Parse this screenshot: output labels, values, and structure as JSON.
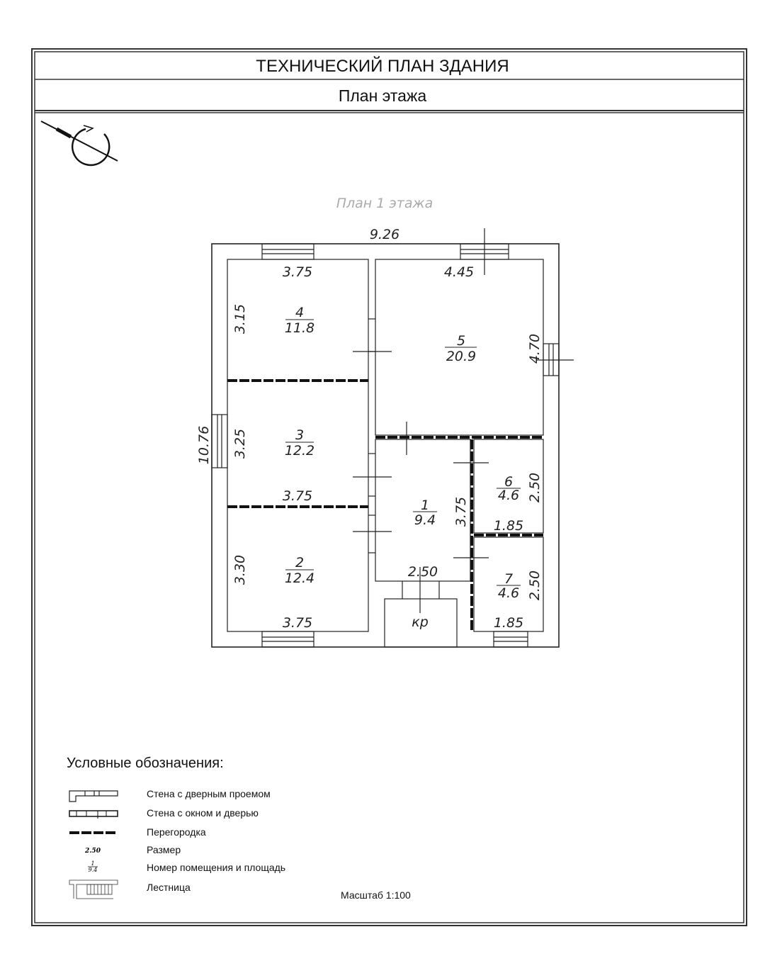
{
  "header": {
    "title": "ТЕХНИЧЕСКИЙ ПЛАН ЗДАНИЯ",
    "subtitle": "План этажа"
  },
  "plan": {
    "caption": "План 1 этажа",
    "overall_width": "9.26",
    "overall_height": "10.76",
    "porch_label": "кр",
    "rooms": [
      {
        "number": "1",
        "area": "9.4",
        "dims": [
          "2.50",
          "3.75"
        ]
      },
      {
        "number": "2",
        "area": "12.4",
        "dims": [
          "3.75",
          "3.30"
        ]
      },
      {
        "number": "3",
        "area": "12.2",
        "dims": [
          "3.75",
          "3.25"
        ]
      },
      {
        "number": "4",
        "area": "11.8",
        "dims": [
          "3.75",
          "3.15"
        ]
      },
      {
        "number": "5",
        "area": "20.9",
        "dims": [
          "4.45",
          "4.70"
        ]
      },
      {
        "number": "6",
        "area": "4.6",
        "dims": [
          "1.85",
          "2.50"
        ]
      },
      {
        "number": "7",
        "area": "4.6",
        "dims": [
          "1.85",
          "2.50"
        ]
      }
    ]
  },
  "legend": {
    "title": "Условные обозначения:",
    "items": [
      {
        "icon": "wall-door-icon",
        "label": "Стена с дверным проемом"
      },
      {
        "icon": "wall-window-door-icon",
        "label": "Стена с окном и дверью"
      },
      {
        "icon": "partition-icon",
        "label": "Перегородка"
      },
      {
        "icon": "dimension-icon",
        "label": "Размер",
        "sample": "2.50"
      },
      {
        "icon": "room-number-icon",
        "label": "Номер помещения и площадь",
        "sample_number": "1",
        "sample_area": "9.4"
      },
      {
        "icon": "stairs-icon",
        "label": "Лестница"
      }
    ],
    "scale": "Масштаб 1:100"
  }
}
